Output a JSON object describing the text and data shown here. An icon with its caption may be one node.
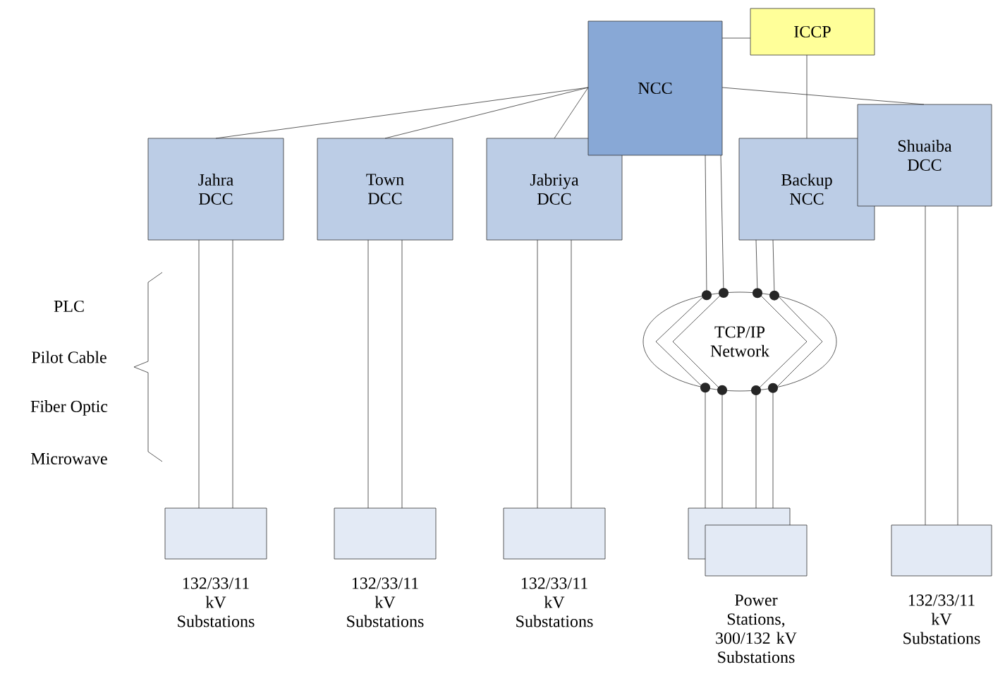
{
  "diagram": {
    "nodes": [
      {
        "text": [
          "NCC"
        ]
      },
      {
        "text": [
          "ICCP"
        ]
      },
      {
        "text": [
          "Jahra DCC"
        ]
      },
      {
        "text": [
          "Town DCC"
        ]
      },
      {
        "text": [
          "Jabriya DCC"
        ]
      },
      {
        "text": [
          "Backup NCC"
        ]
      },
      {
        "text": [
          "Shuaiba DCC"
        ]
      },
      {
        "text": [
          "TCP/IP Network"
        ]
      },
      {
        "text": [],
        "shape": "box",
        "beside": [
          "132/33/11 kV Substations"
        ]
      },
      {
        "text": [],
        "shape": "box",
        "beside": [
          "132/33/11 kV Substations"
        ]
      },
      {
        "text": [],
        "shape": "box",
        "beside": [
          "132/33/11 kV Substations"
        ]
      },
      {
        "text": [],
        "shape": "box"
      },
      {
        "text": [],
        "shape": "box",
        "beside": [
          "Power Stations, 300/132 kV Substations"
        ]
      },
      {
        "text": [],
        "shape": "box",
        "beside": [
          "132/33/11 kV Substations"
        ]
      }
    ],
    "edges": [
      {
        "from": 0,
        "to": 1,
        "arrow": "none"
      },
      {
        "from": 0,
        "to": 2,
        "arrow": "none"
      },
      {
        "from": 0,
        "to": 3,
        "arrow": "none"
      },
      {
        "from": 0,
        "to": 4,
        "arrow": "none"
      },
      {
        "from": 0,
        "to": 6,
        "arrow": "none"
      },
      {
        "from": 1,
        "to": 5,
        "arrow": "none"
      },
      {
        "from": 2,
        "to": 8,
        "arrow": "none"
      },
      {
        "from": 2,
        "to": 8,
        "arrow": "none"
      },
      {
        "from": 3,
        "to": 9,
        "arrow": "none"
      },
      {
        "from": 3,
        "to": 9,
        "arrow": "none"
      },
      {
        "from": 4,
        "to": 10,
        "arrow": "none"
      },
      {
        "from": 4,
        "to": 10,
        "arrow": "none"
      },
      {
        "from": 6,
        "to": 13,
        "arrow": "none"
      },
      {
        "from": 6,
        "to": 13,
        "arrow": "none"
      },
      {
        "from": 0,
        "to": 7,
        "arrow": "other"
      },
      {
        "from": 0,
        "to": 7,
        "arrow": "other"
      },
      {
        "from": 5,
        "to": 7,
        "arrow": "other"
      },
      {
        "from": 5,
        "to": 7,
        "arrow": "other"
      },
      {
        "from": 11,
        "to": 7,
        "arrow": "other"
      },
      {
        "from": 11,
        "to": 7,
        "arrow": "other"
      },
      {
        "from": 11,
        "to": 7,
        "arrow": "other"
      },
      {
        "from": 11,
        "to": 7,
        "arrow": "other"
      }
    ],
    "labels": [
      "PLC",
      "Pilot Cable",
      "Fiber Optic",
      "Microwave"
    ]
  }
}
